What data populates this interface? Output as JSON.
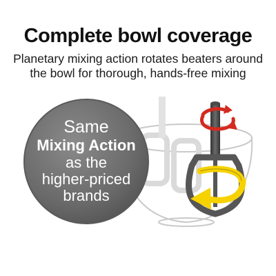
{
  "headline": "Complete bowl coverage",
  "subline": {
    "line1": "Planetary mixing action rotates beaters around",
    "line2": "the bowl for thorough, hands-free mixing"
  },
  "badge": {
    "line1": "Same",
    "line2": "Mixing Action",
    "line3": "as the",
    "line4": "higher-priced",
    "line5": "brands"
  },
  "colors": {
    "badge_gray": "#6e6e6e",
    "beater_gray": "#555555",
    "accent_yellow": "#f6d200",
    "accent_red": "#d42a1f",
    "bowl_outline": "#c8c8c8"
  }
}
